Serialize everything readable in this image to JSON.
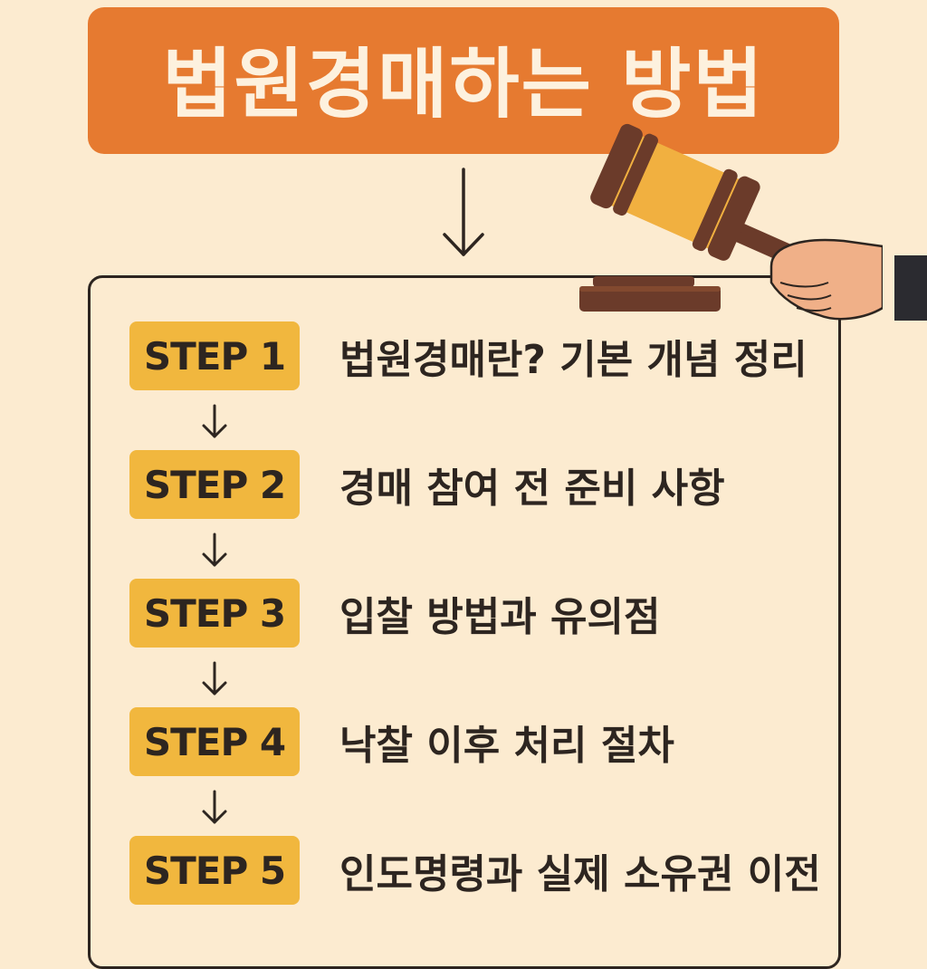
{
  "title": "법원경매하는 방법",
  "steps": [
    {
      "badge": "STEP 1",
      "text": "법원경매란? 기본 개념 정리"
    },
    {
      "badge": "STEP 2",
      "text": "경매 참여 전 준비 사항"
    },
    {
      "badge": "STEP 3",
      "text": "입찰 방법과 유의점"
    },
    {
      "badge": "STEP 4",
      "text": "낙찰 이후 처리 절차"
    },
    {
      "badge": "STEP 5",
      "text": "인도명령과 실제 소유권 이전"
    }
  ],
  "colors": {
    "background": "#fcebd0",
    "banner": "#e67a30",
    "badge": "#f1b73e",
    "text": "#2d2520",
    "gavel_wood": "#6b3b2a",
    "gavel_band": "#f1b040",
    "hand": "#f0b088"
  },
  "icons": {
    "gavel": "gavel-hand-illustration",
    "arrow": "arrow-down-icon"
  }
}
